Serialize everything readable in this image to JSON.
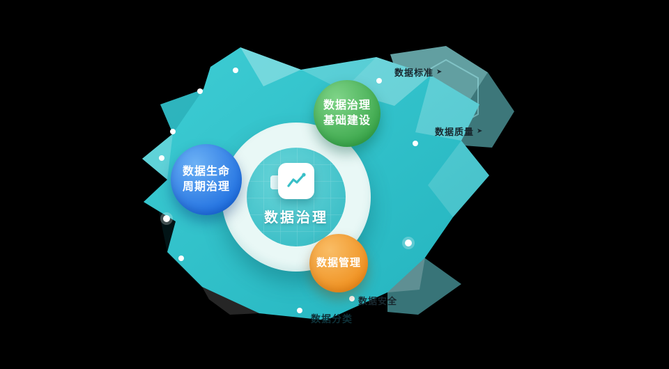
{
  "diagram": {
    "center": {
      "label": "数据治理",
      "icon": "line-chart-icon"
    },
    "nodes": [
      {
        "id": "infrastructure",
        "line1": "数据治理",
        "line2": "基础建设",
        "color": "#3aa64a"
      },
      {
        "id": "lifecycle",
        "line1": "数据生命",
        "line2": "周期治理",
        "color": "#1f6fe0"
      },
      {
        "id": "management",
        "line1": "数据管理",
        "line2": "",
        "color": "#ef8f1d"
      }
    ],
    "annotations": [
      {
        "label": "数据标准"
      },
      {
        "label": "数据质量"
      },
      {
        "label": "数据安全"
      },
      {
        "label": "数据分类"
      }
    ],
    "icons": {
      "annotation_arrow": "➤",
      "center_icon": "line-chart-icon"
    },
    "colors": {
      "blob_teal": "#2fbec8",
      "blob_light": "#7fdde2",
      "ring": "#e9f8f6",
      "inner_circle": "#4fc8ce",
      "node_green": "#3aa64a",
      "node_blue": "#1f6fe0",
      "node_orange": "#ef8f1d",
      "center_text": "#ffffff",
      "annotation_text": "#18272e"
    }
  }
}
